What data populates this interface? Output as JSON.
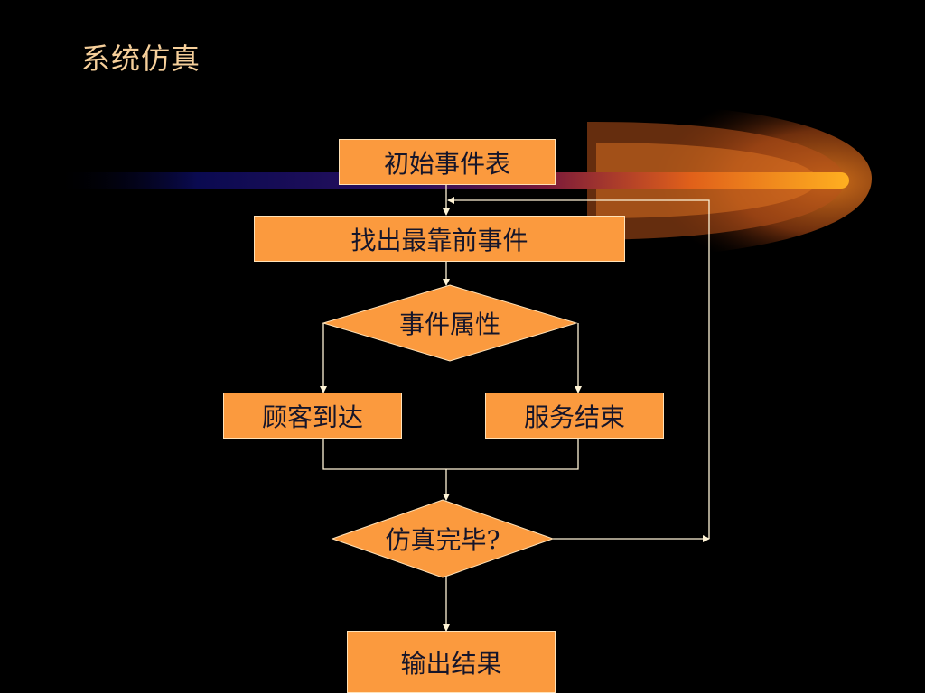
{
  "slide": {
    "title": "系统仿真"
  },
  "flowchart": {
    "nodes": {
      "init_event_table": "初始事件表",
      "find_earliest_event": "找出最靠前事件",
      "event_attribute": "事件属性",
      "customer_arrival": "顾客到达",
      "service_end": "服务结束",
      "simulation_done": "仿真完毕?",
      "output_result": "输出结果"
    }
  },
  "colors": {
    "background": "#000000",
    "node_fill": "#fb9a3e",
    "node_text": "#15152a",
    "title_text": "#f6cf9a",
    "connector": "#fff4d6"
  }
}
